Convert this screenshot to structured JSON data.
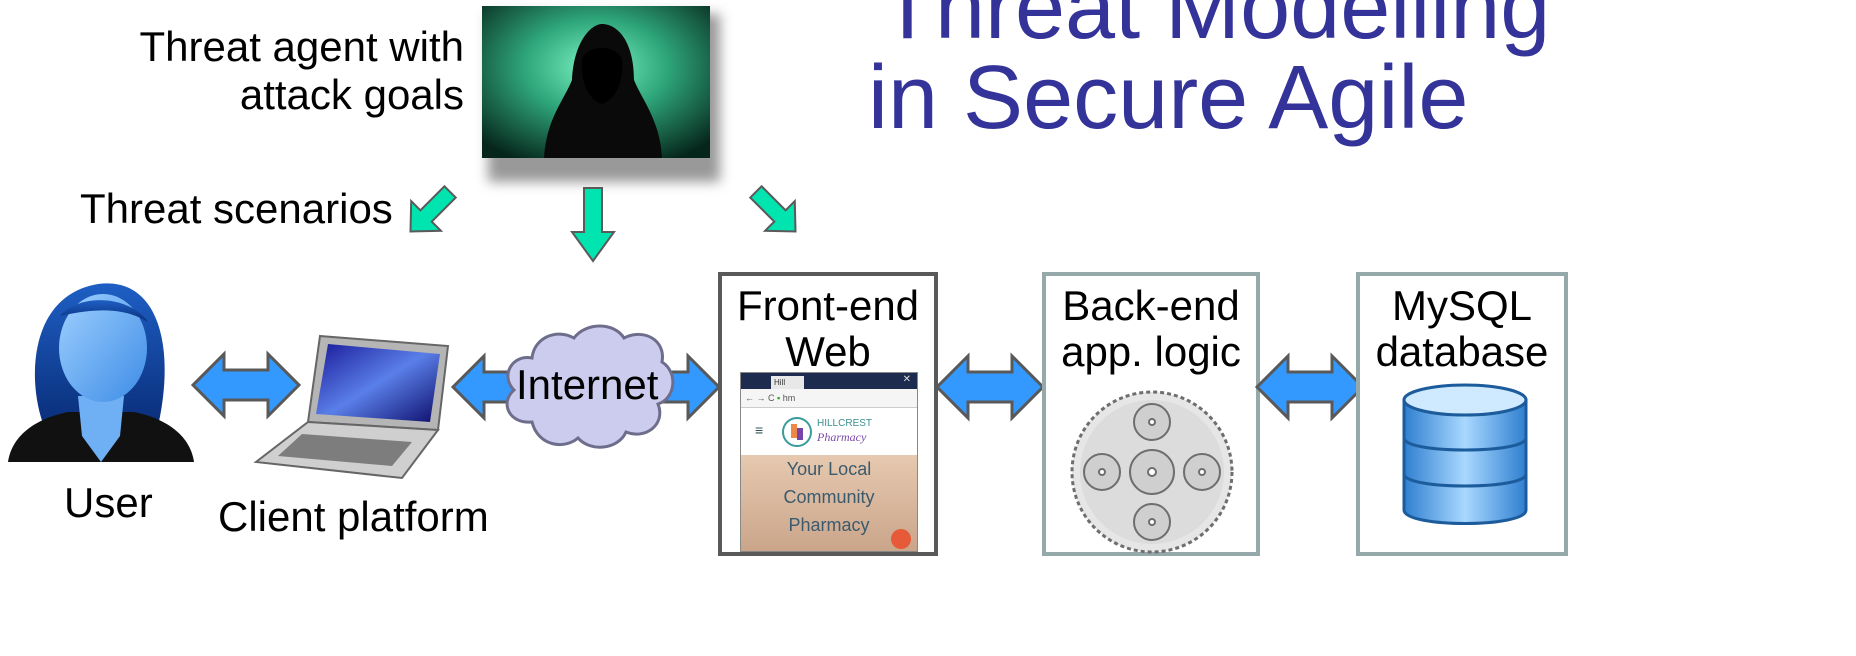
{
  "title": {
    "line1": "Threat Modelling",
    "line2": "in Secure Agile"
  },
  "threat_agent": {
    "line1": "Threat agent with",
    "line2": "attack goals"
  },
  "threat_scenarios": "Threat scenarios",
  "user_label": "User",
  "client_label": "Client platform",
  "internet_label": "Internet",
  "frontend": {
    "line1": "Front-end",
    "line2": "Web server"
  },
  "backend": {
    "line1": "Back-end",
    "line2": "app. logic"
  },
  "database": {
    "line1": "MySQL",
    "line2": "database"
  },
  "browser": {
    "tab_label": "Hill",
    "url_text": "hm",
    "logo_line1": "HILLCREST",
    "logo_line2": "Pharmacy",
    "hero_line1": "Your Local",
    "hero_line2": "Community",
    "hero_line3": "Pharmacy"
  },
  "colors": {
    "title": "#333399",
    "threat_arrow": "#00e5b0",
    "flow_arrow": "#3399ff",
    "cloud": "#ccccee"
  }
}
